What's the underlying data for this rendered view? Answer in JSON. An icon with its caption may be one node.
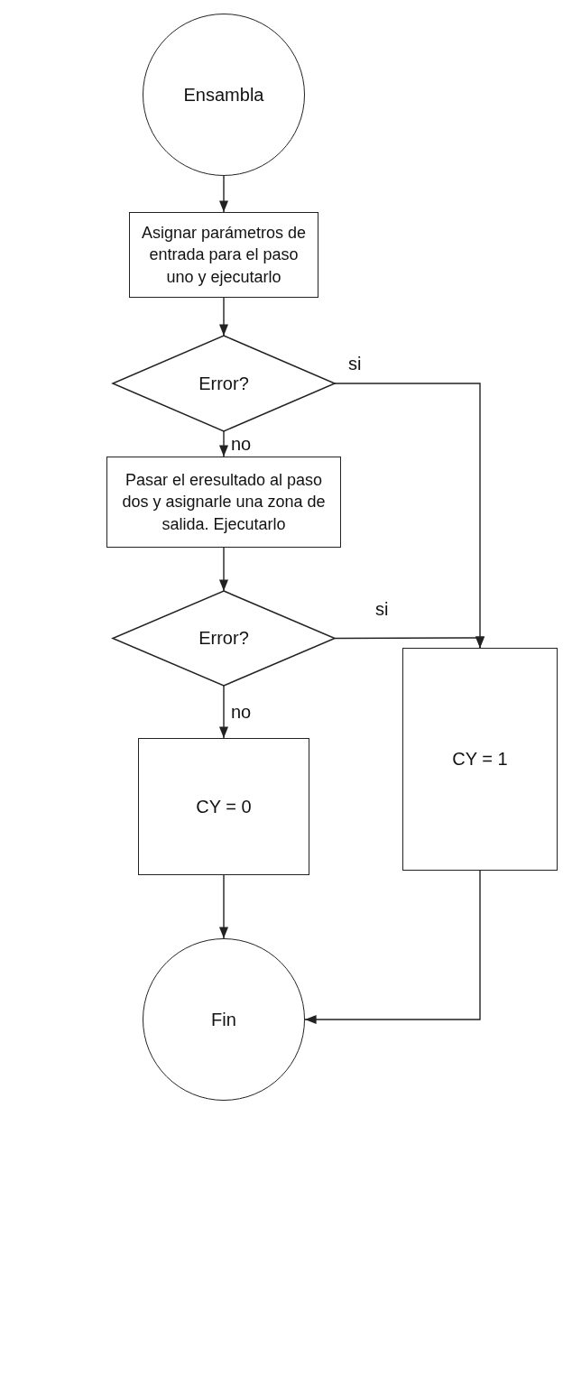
{
  "diagram": {
    "nodes": [
      {
        "text": [
          "Ensambla"
        ]
      },
      {
        "text": [
          "Asignar parámetros de entrada para el paso uno y ejecutarlo"
        ]
      },
      {
        "text": [
          "Error?"
        ]
      },
      {
        "text": [
          "Pasar el eresultado al paso dos y asignarle una zona de salida. Ejecutarlo"
        ]
      },
      {
        "text": [
          "Error?"
        ]
      },
      {
        "text": [
          "CY = 0"
        ]
      },
      {
        "text": [
          "CY = 1"
        ]
      },
      {
        "text": [
          "Fin"
        ]
      }
    ],
    "edges": [
      {
        "from": 0,
        "to": 1,
        "arrow": "to"
      },
      {
        "from": 1,
        "to": 2,
        "arrow": "to"
      },
      {
        "from": 2,
        "to": 6,
        "arrow": "to",
        "label": "si"
      },
      {
        "from": 2,
        "to": 3,
        "arrow": "to",
        "label": "no"
      },
      {
        "from": 3,
        "to": 4,
        "arrow": "to"
      },
      {
        "from": 4,
        "to": 6,
        "arrow": "to",
        "label": "si"
      },
      {
        "from": 4,
        "to": 5,
        "arrow": "to",
        "label": "no"
      },
      {
        "from": 5,
        "to": 7,
        "arrow": "to"
      },
      {
        "from": 6,
        "to": 7,
        "arrow": "to"
      }
    ]
  }
}
